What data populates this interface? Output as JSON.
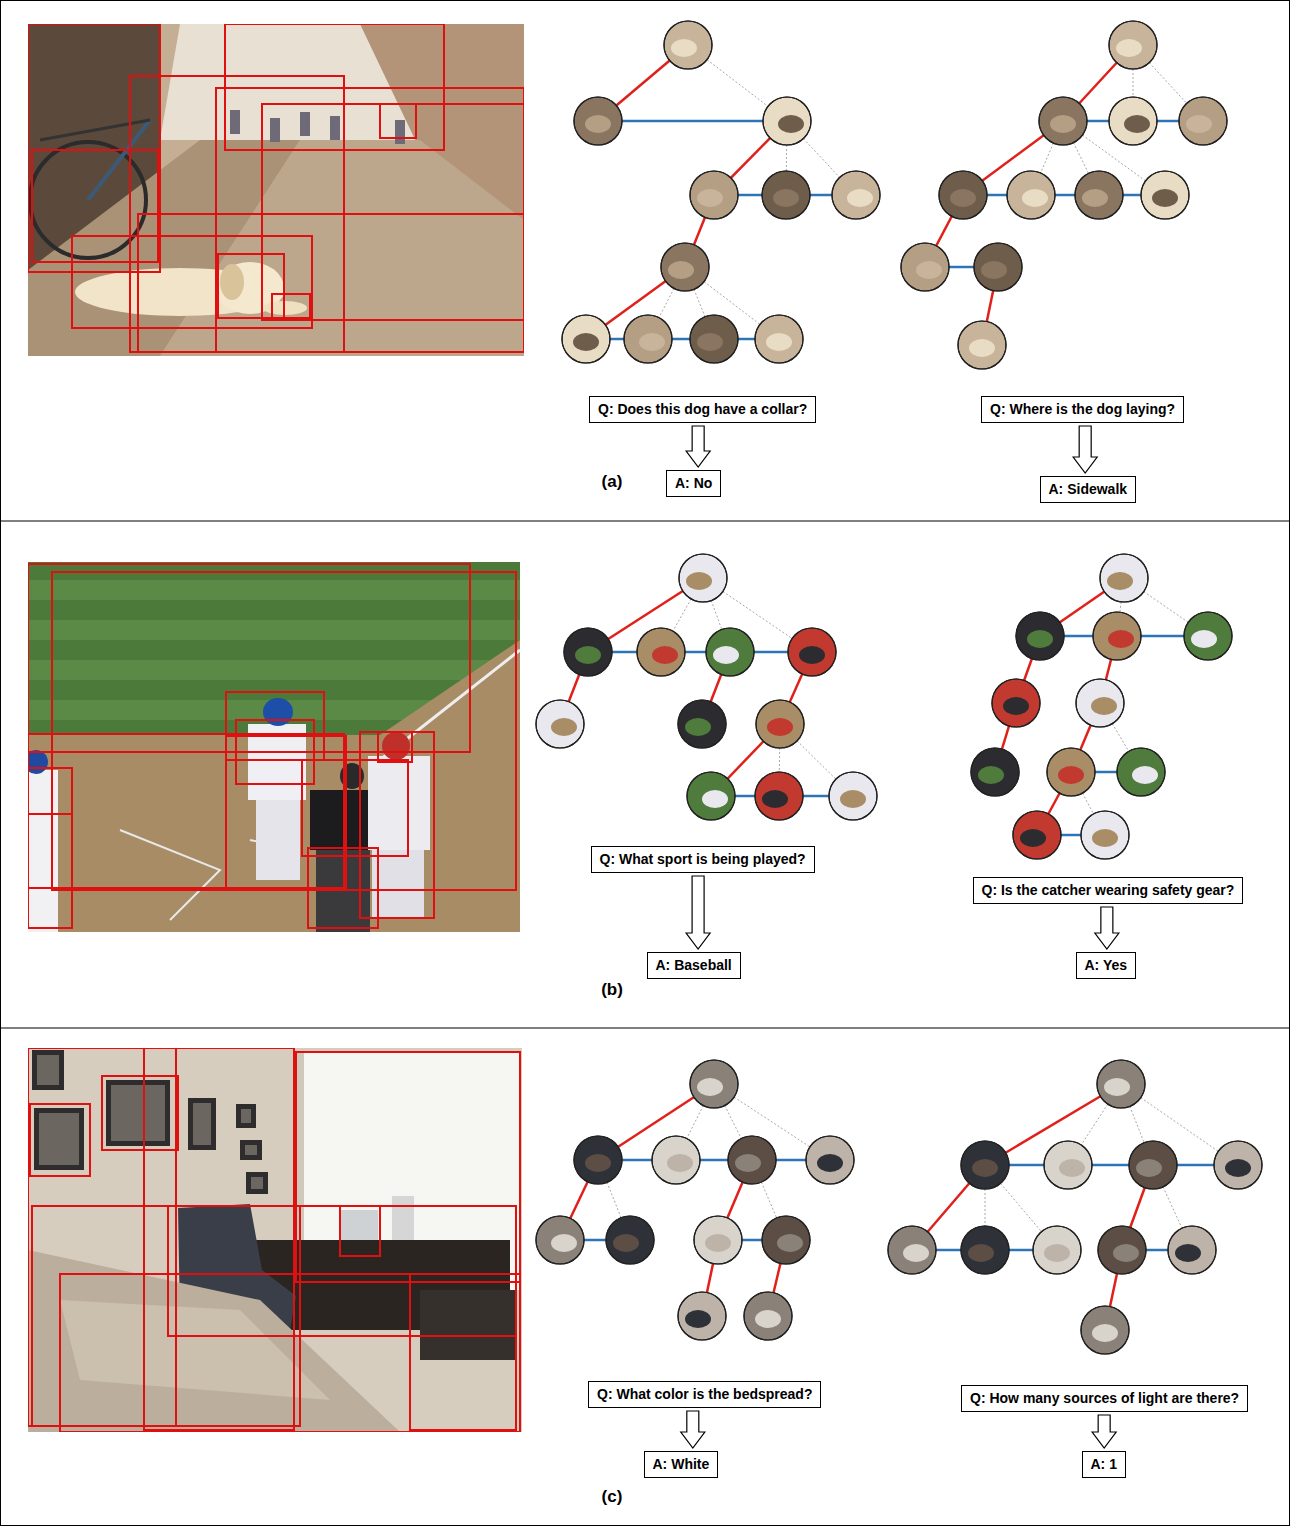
{
  "diagram": {
    "nodes": [
      {
        "text": [
          "Q: Does this dog have a collar?"
        ]
      },
      {
        "text": [
          "A: No"
        ]
      },
      {
        "text": [
          "Q: Where is the dog laying?"
        ]
      },
      {
        "text": [
          "A: Sidewalk"
        ]
      },
      {
        "text": [
          "Q: What sport is being played?"
        ]
      },
      {
        "text": [
          "A: Baseball"
        ]
      },
      {
        "text": [
          "Q: Is the catcher wearing safety gear?"
        ]
      },
      {
        "text": [
          "A: Yes"
        ]
      },
      {
        "text": [
          "Q: What color is the bedspread?"
        ]
      },
      {
        "text": [
          "A: White"
        ]
      },
      {
        "text": [
          "Q: How many sources of light are there?"
        ]
      },
      {
        "text": [
          "A: 1"
        ]
      }
    ],
    "edges": [
      {
        "from": 0,
        "to": 1,
        "arrow": "to"
      },
      {
        "from": 2,
        "to": 3,
        "arrow": "to"
      },
      {
        "from": 4,
        "to": 5,
        "arrow": "to"
      },
      {
        "from": 6,
        "to": 7,
        "arrow": "to"
      },
      {
        "from": 8,
        "to": 9,
        "arrow": "to"
      },
      {
        "from": 10,
        "to": 11,
        "arrow": "to"
      }
    ],
    "labels": [
      "(a)",
      "(b)",
      "(c)"
    ]
  }
}
